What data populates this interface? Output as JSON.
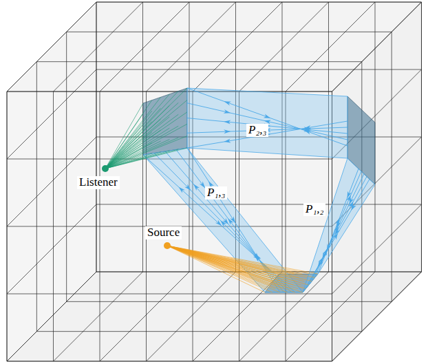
{
  "diagram": {
    "labels": [
      "P₂,₃",
      "Listener",
      "P₁,₃",
      "Source",
      "P₁,₂"
    ]
  }
}
